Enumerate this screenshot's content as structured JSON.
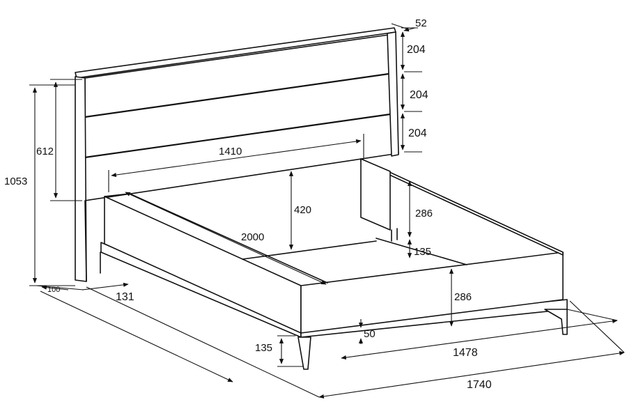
{
  "dimensions": {
    "headboard_thickness": "52",
    "panel_top": "204",
    "panel_middle": "204",
    "panel_bottom": "204",
    "headboard_panel_height": "612",
    "total_height": "1053",
    "inner_width": "1410",
    "mattress_depth": "420",
    "inner_length": "2000",
    "side_rail_height": "286",
    "rail_gap": "135",
    "footboard_height": "286",
    "base_height": "50",
    "leg_height": "135",
    "post_width": "100",
    "post_offset": "131",
    "frame_width": "1478",
    "total_width": "1740"
  }
}
